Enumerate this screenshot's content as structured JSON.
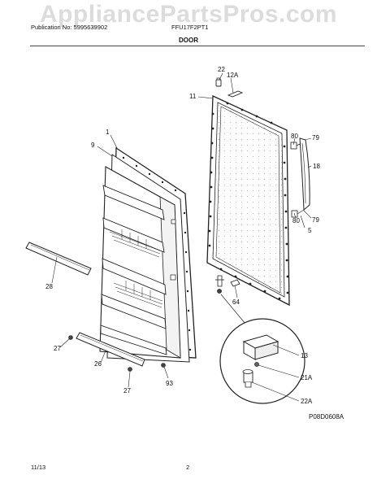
{
  "watermark": "AppliancePartsPros.com",
  "header": {
    "publication": "Publication No: 5995639902",
    "model": "FFU17F2PT1"
  },
  "title": "DOOR",
  "callouts": {
    "c22": "22",
    "c12a": "12A",
    "c11": "11",
    "c1": "1",
    "c9": "9",
    "c80a": "80",
    "c79a": "79",
    "c18": "18",
    "c80b": "80",
    "c79b": "79",
    "c5": "5",
    "c28": "28",
    "c64": "64",
    "c27a": "27",
    "c26": "26",
    "c93": "93",
    "c27b": "27",
    "c13": "13",
    "c21a": "21A",
    "c22a": "22A"
  },
  "diagram_code": "P08D0608A",
  "footer": {
    "date": "11/13",
    "page": "2"
  }
}
